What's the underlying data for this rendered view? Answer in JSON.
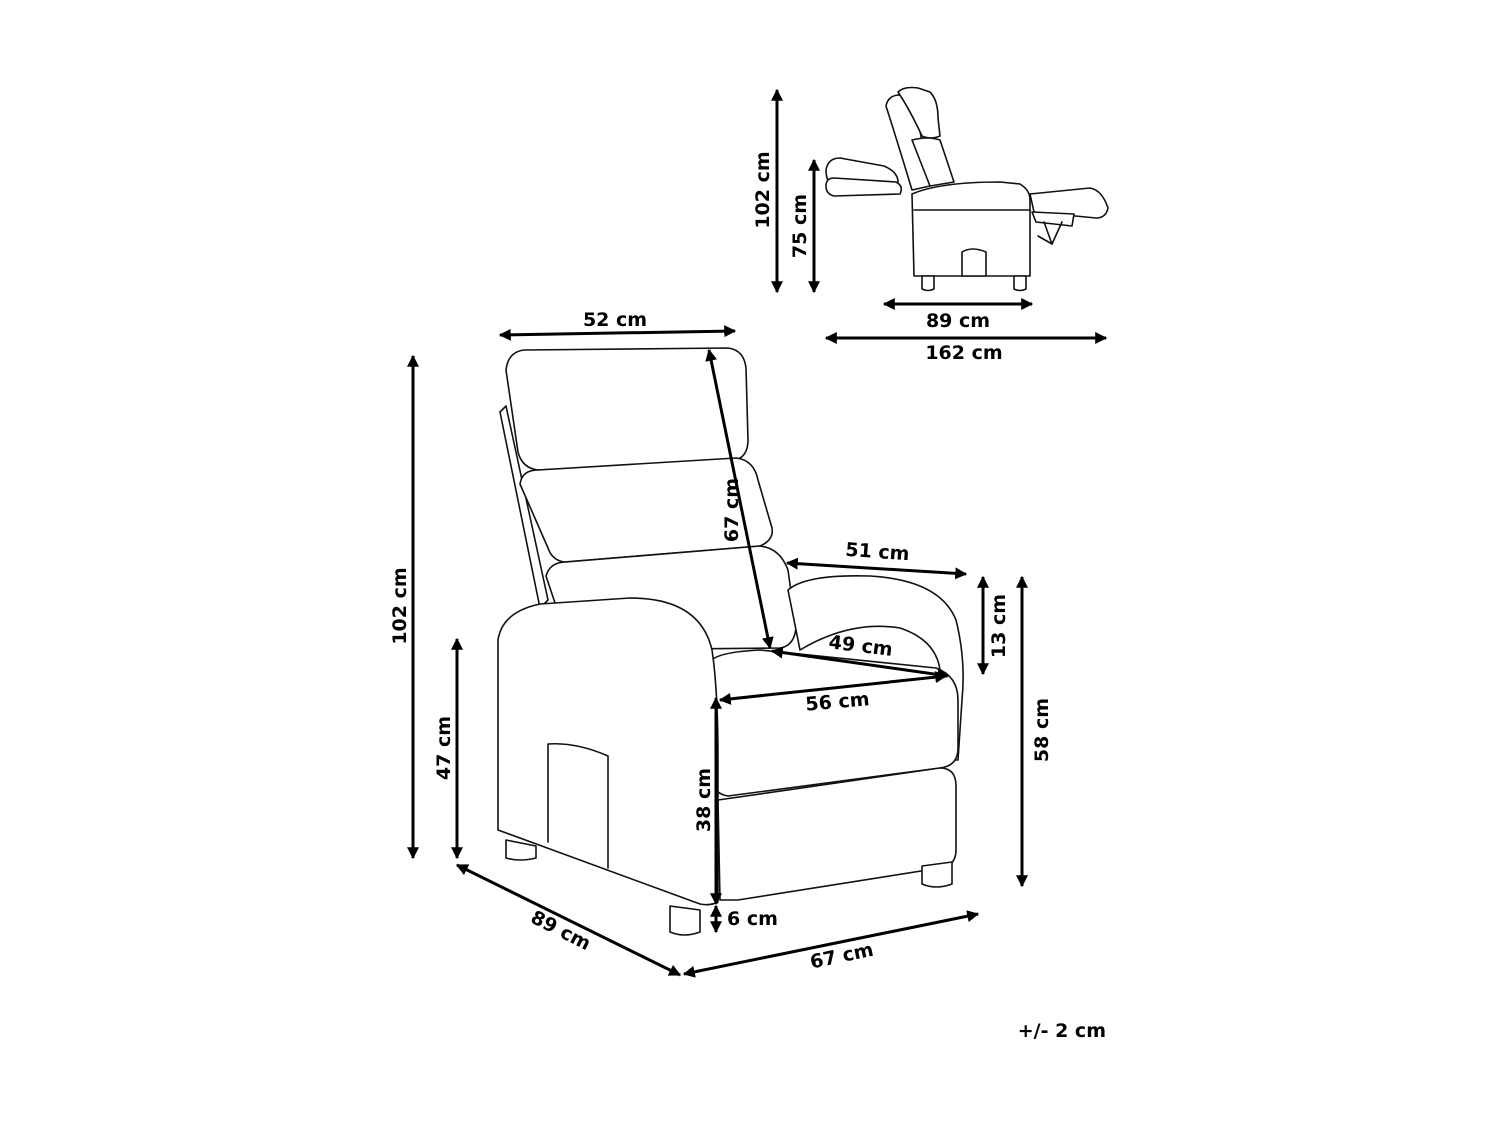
{
  "dimensions": {
    "front_width": "52 cm",
    "front_height": "102 cm",
    "backrest_length": "67 cm",
    "arm_height": "47 cm",
    "seat_width_upper": "51 cm",
    "armrest_above_seat": "13 cm",
    "seat_depth": "49 cm",
    "seat_width": "56 cm",
    "total_seat_side_height": "58 cm",
    "seat_height": "38 cm",
    "leg_height": "6 cm",
    "depth": "89 cm",
    "width": "67 cm",
    "side_height": "102 cm",
    "side_seat_height": "75 cm",
    "side_depth": "89 cm",
    "reclined_length": "162 cm"
  },
  "tolerance": "+/- 2 cm"
}
